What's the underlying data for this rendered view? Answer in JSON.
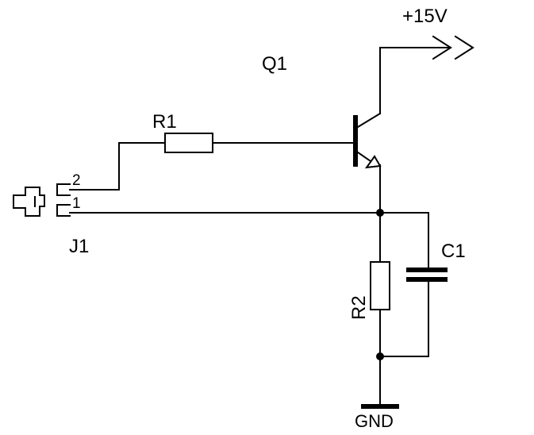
{
  "components": {
    "transistor": {
      "ref": "Q1"
    },
    "resistor_base": {
      "ref": "R1"
    },
    "resistor_emitter": {
      "ref": "R2"
    },
    "capacitor": {
      "ref": "C1"
    },
    "connector": {
      "ref": "J1",
      "pins": [
        "2",
        "1"
      ]
    }
  },
  "nets": {
    "supply": "+15V",
    "ground": "GND"
  }
}
